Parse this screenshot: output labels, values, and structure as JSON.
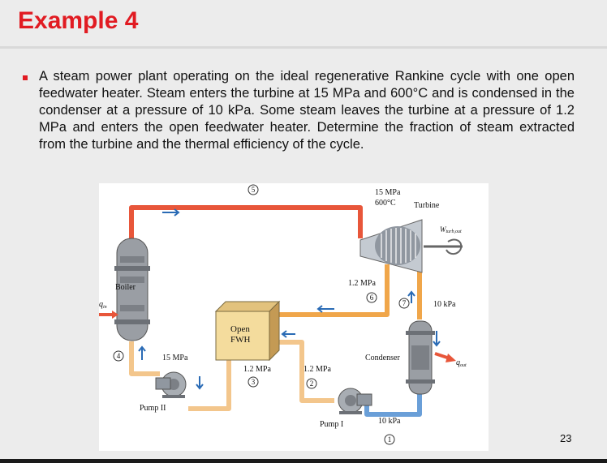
{
  "title": "Example 4",
  "body": "A steam power plant operating on the ideal regenerative Rankine cycle with one open feedwater heater. Steam enters the turbine at 15 MPa and 600°C and is condensed in the condenser at a pressure of 10 kPa. Some steam leaves the turbine at a pressure of 1.2 MPa and enters the open feedwater heater. Determine the fraction of steam extracted from the turbine and the thermal efficiency of the cycle.",
  "page_number": "23",
  "colors": {
    "title": "#e11b22",
    "steam_pipe": "#e8563a",
    "extraction_pipe": "#f0a64a",
    "condensate_pipe": "#6a9fd8",
    "feedwater_pipe": "#f3c68c"
  },
  "diagram": {
    "turbine_conditions": [
      "15 MPa",
      "600°C"
    ],
    "turbine_label": "Turbine",
    "w_turb_out": "W",
    "w_turb_out_sub": "turb,out",
    "boiler_label": "Boiler",
    "q_in": "q",
    "q_in_sub": "in",
    "q_out": "q",
    "q_out_sub": "out",
    "fwh_label_1": "Open",
    "fwh_label_2": "FWH",
    "condenser_label": "Condenser",
    "pump_1_label": "Pump I",
    "pump_2_label": "Pump II",
    "p_extraction": "1.2 MPa",
    "p_condenser_1": "10 kPa",
    "p_condenser_2": "10 kPa",
    "p_state4": "15 MPa",
    "p_state3": "1.2 MPa",
    "p_state2": "1.2 MPa",
    "states": {
      "s1": "1",
      "s2": "2",
      "s3": "3",
      "s4": "4",
      "s5": "5",
      "s6": "6",
      "s7": "7"
    }
  }
}
